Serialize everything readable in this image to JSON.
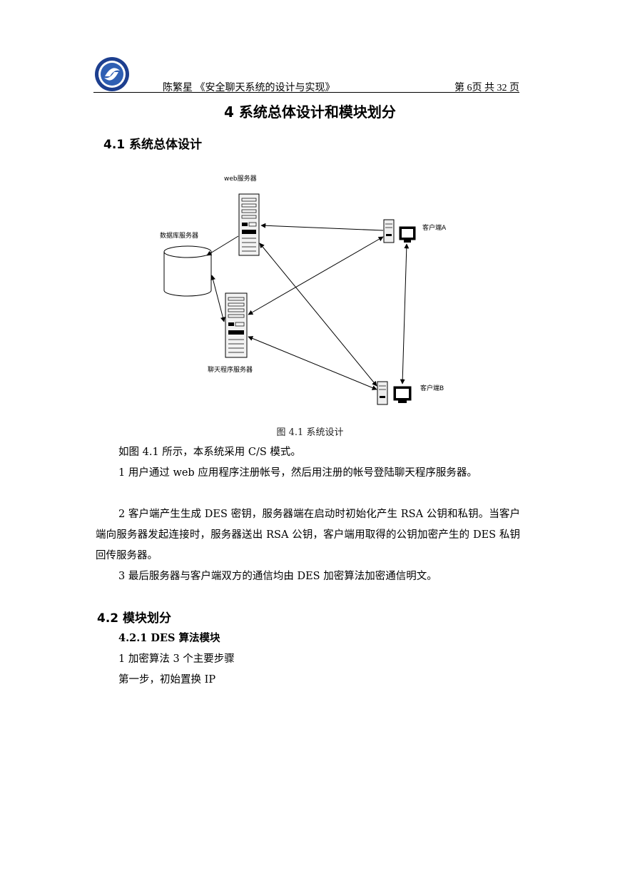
{
  "header": {
    "left": "陈繁星 《安全聊天系统的设计与实现》",
    "right": "第 6页  共 32 页"
  },
  "chapter_title": "4 系统总体设计和模块划分",
  "section1": {
    "title": "4.1 系统总体设计",
    "diagram": {
      "labels": {
        "web_server": "web服务器",
        "db_server": "数据库服务器",
        "chat_server": "聊天程序服务器",
        "client_a": "客户端A",
        "client_b": "客户端B"
      }
    },
    "caption": "图 4.1 系统设计",
    "paragraphs": [
      "如图 4.1 所示，本系统采用 C/S 模式。",
      "1 用户通过 web 应用程序注册帐号，然后用注册的帐号登陆聊天程序服务器。",
      "2 客户端产生生成 DES 密钥，服务器端在启动时初始化产生 RSA 公钥和私钥。当客户端向服务器发起连接时，服务器送出 RSA 公钥，客户端用取得的公钥加密产生的 DES 私钥回传服务器。",
      "3 最后服务器与客户端双方的通信均由 DES 加密算法加密通信明文。"
    ]
  },
  "section2": {
    "title": "4.2 模块划分",
    "subsection": "4.2.1  DES 算法模块",
    "lines": [
      "1 加密算法 3 个主要步骤",
      "第一步，初始置换 IP"
    ]
  }
}
